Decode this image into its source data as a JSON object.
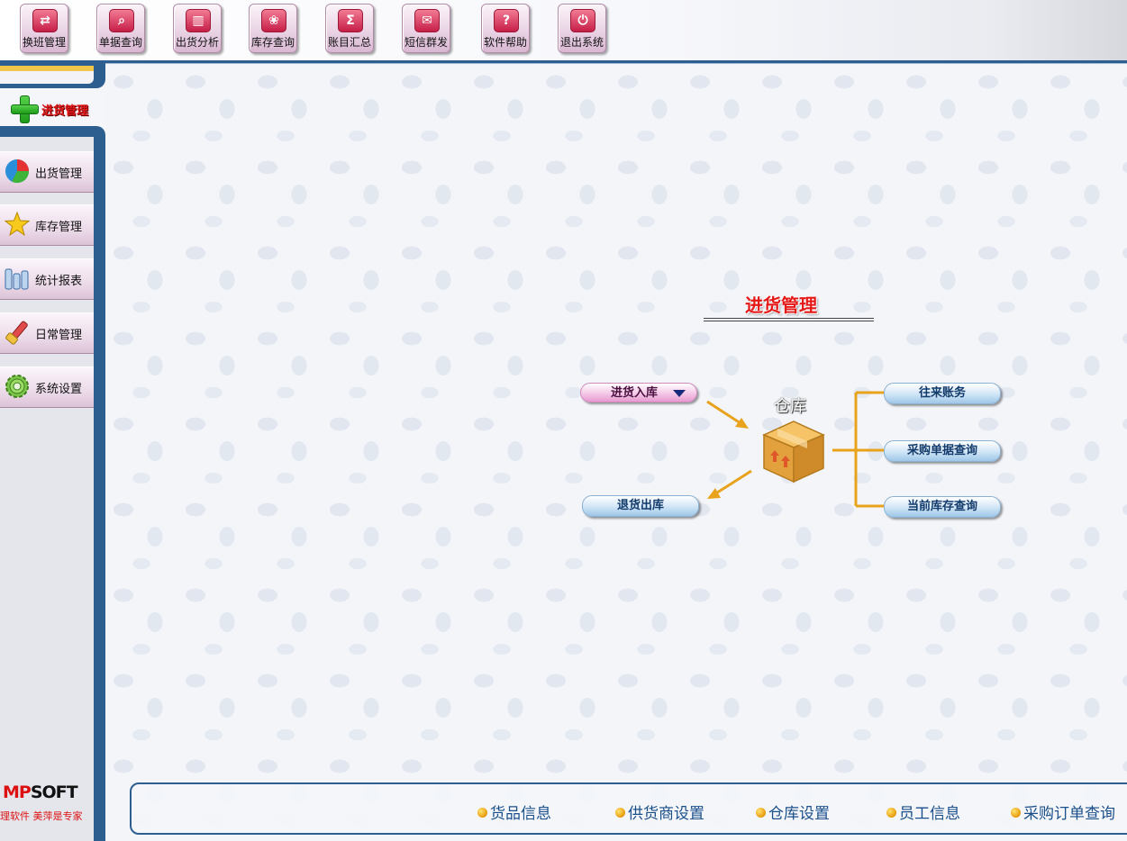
{
  "toolbar": {
    "items": [
      {
        "label": "换班管理",
        "icon": "shift-change-icon",
        "glyph": "⇄"
      },
      {
        "label": "单据查询",
        "icon": "search-icon",
        "glyph": "⌕"
      },
      {
        "label": "出货分析",
        "icon": "bar-chart-icon",
        "glyph": "▥"
      },
      {
        "label": "库存查询",
        "icon": "stock-icon",
        "glyph": "❀"
      },
      {
        "label": "账目汇总",
        "icon": "sigma-icon",
        "glyph": "Σ"
      },
      {
        "label": "短信群发",
        "icon": "mail-icon",
        "glyph": "✉"
      },
      {
        "label": "软件帮助",
        "icon": "help-icon",
        "glyph": "?"
      },
      {
        "label": "退出系统",
        "icon": "power-icon",
        "glyph": "⏻"
      }
    ]
  },
  "sidebar": {
    "current": {
      "label": "进货管理",
      "icon": "plus-icon"
    },
    "items": [
      {
        "label": "出货管理",
        "icon": "pie-chart-icon"
      },
      {
        "label": "库存管理",
        "icon": "star-icon"
      },
      {
        "label": "统计报表",
        "icon": "bar-chart-icon"
      },
      {
        "label": "日常管理",
        "icon": "brush-icon"
      },
      {
        "label": "系统设置",
        "icon": "gear-icon"
      }
    ],
    "logo": {
      "mark_red": "MP",
      "mark": "SOFT",
      "slogan": "理软件 美萍是专家"
    }
  },
  "main": {
    "title": "进货管理",
    "center_label": "仓库",
    "center_icon": "cardboard-box-icon",
    "left_actions": {
      "stock_in": "进货入库",
      "return_out": "退货出库"
    },
    "right_actions": [
      {
        "label": "往来账务"
      },
      {
        "label": "采购单据查询"
      },
      {
        "label": "当前库存查询"
      }
    ]
  },
  "bottom_bar": {
    "links": [
      {
        "label": "货品信息"
      },
      {
        "label": "供货商设置"
      },
      {
        "label": "仓库设置"
      },
      {
        "label": "员工信息"
      },
      {
        "label": "采购订单查询"
      }
    ]
  },
  "colors": {
    "frame_blue": "#2c5f8f",
    "title_red": "#e51818",
    "arrow_orange": "#e8a21c",
    "button_pink": "#ead4e5",
    "pill_blue": "#9fc6e8"
  }
}
